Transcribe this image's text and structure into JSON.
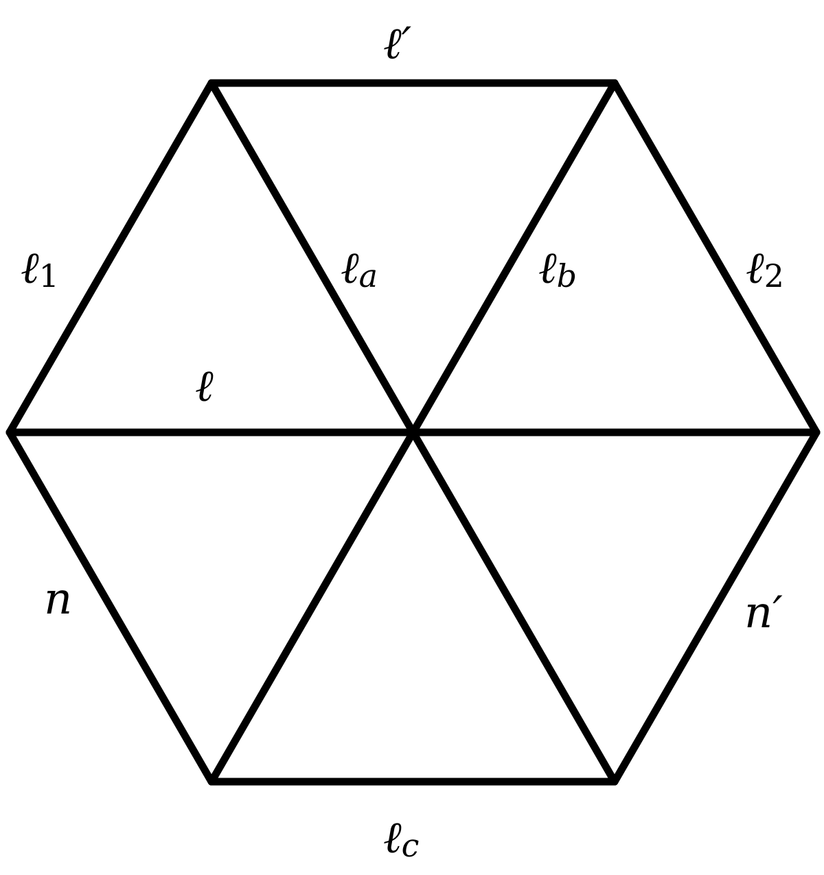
{
  "diagram": {
    "labels": {
      "top": {
        "base": "ℓ′",
        "sub": ""
      },
      "upper_left": {
        "base": "ℓ",
        "sub": "1"
      },
      "diag_a": {
        "base": "ℓ",
        "sub": "a"
      },
      "diag_b": {
        "base": "ℓ",
        "sub": "b"
      },
      "upper_right": {
        "base": "ℓ",
        "sub": "2"
      },
      "horizontal": {
        "base": "ℓ",
        "sub": ""
      },
      "lower_left": {
        "base": "n",
        "sub": ""
      },
      "lower_right": {
        "base": "n′",
        "sub": ""
      },
      "bottom": {
        "base": "ℓ",
        "sub": "c"
      }
    },
    "line_color": "#000000",
    "background": "#ffffff"
  }
}
